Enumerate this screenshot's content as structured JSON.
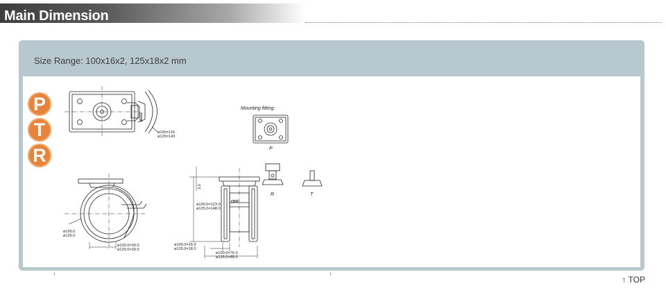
{
  "header": {
    "title": "Main Dimension"
  },
  "panel": {
    "size_range": "Size Range: 100x16x2, 125x18x2 mm"
  },
  "badges": [
    "P",
    "T",
    "R"
  ],
  "drawing": {
    "mounting_label": "Mounting  fitting:",
    "fitting_labels": {
      "p": "P",
      "r": "R",
      "t": "T"
    },
    "top_view": {
      "stop": "STOP",
      "dia_a": "ø100=116",
      "dia_b": "ø125=143"
    },
    "side_view": {
      "dia_a": "ø100.0",
      "dia_b": "ø125.0",
      "width_a": "ø100.0=30.0",
      "width_b": "ø125.0=39.0"
    },
    "front_view": {
      "offset": "3.0",
      "height_a": "ø100.0=123.0",
      "height_b": "ø125.0=148.0",
      "wheel_a": "ø100.0=16.0",
      "wheel_b": "ø125.0=18.0",
      "base_a": "ø100.0=76.0",
      "base_b": "ø125.0=85.0",
      "off": "OFF"
    }
  },
  "footer": {
    "top_link": "↑ TOP"
  },
  "colors": {
    "accent_badge": "#e8843a",
    "panel_bg": "#b8c8cf",
    "header_dark": "#3e3e3e"
  }
}
